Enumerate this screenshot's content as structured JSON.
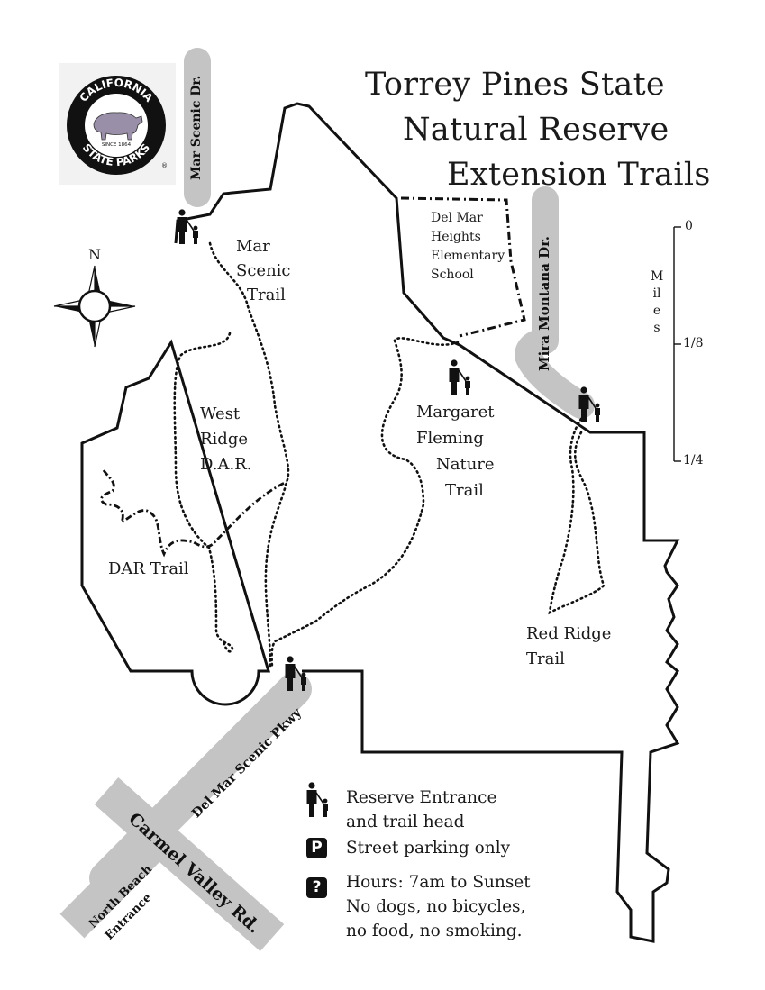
{
  "title": [
    "Torrey Pines State",
    "Natural Reserve",
    "Extension Trails"
  ],
  "logo": {
    "top_text": "CALIFORNIA",
    "bottom_text": "STATE PARKS",
    "since": "SINCE 1864",
    "registered": "®",
    "icon": "grizzly-bear-icon"
  },
  "compass": {
    "north_label": "N",
    "icon": "compass-rose-icon"
  },
  "scale": {
    "unit_label": "Miles",
    "ticks": [
      "0",
      "1/8",
      "1/4"
    ]
  },
  "roads": {
    "mar_scenic_dr": "Mar Scenic Dr.",
    "mira_montana_dr": "Mira Montana Dr.",
    "del_mar_scenic_pkwy": "Del Mar Scenic Pkwy",
    "carmel_valley_rd": "Carmel Valley Rd.",
    "north_beach_entrance": [
      "North Beach",
      "Entrance"
    ]
  },
  "labels": {
    "school": [
      "Del Mar",
      "Heights",
      "Elementary",
      "School"
    ],
    "mar_scenic_trail": [
      "Mar",
      "Scenic",
      "Trail"
    ],
    "west_ridge": [
      "West",
      "Ridge",
      "D.A.R."
    ],
    "dar_trail": "DAR Trail",
    "margaret_fleming": [
      "Margaret",
      "Fleming",
      "Nature",
      "Trail"
    ],
    "red_ridge": [
      "Red Ridge",
      "Trail"
    ]
  },
  "legend": {
    "entrance": [
      "Reserve Entrance",
      "and trail head"
    ],
    "parking_badge": "P",
    "parking": "Street parking only",
    "info_badge": "?",
    "info": [
      "Hours: 7am to Sunset",
      "No dogs, no bicycles,",
      "no food, no smoking."
    ]
  },
  "colors": {
    "outline": "#111111",
    "road": "#c4c4c4",
    "background": "#ffffff",
    "badge": "#111111"
  }
}
